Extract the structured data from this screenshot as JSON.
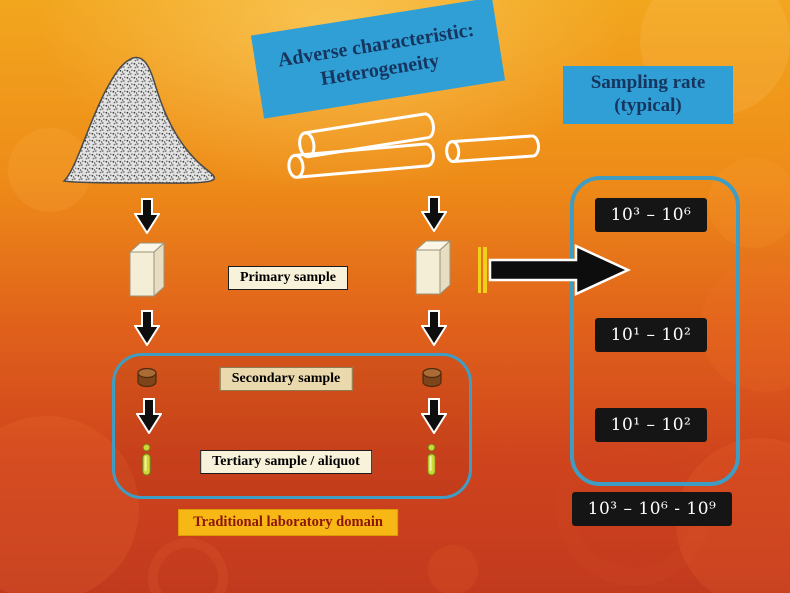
{
  "banner": {
    "line1": "Adverse characteristic:",
    "line2": "Heterogeneity"
  },
  "sampling_header": {
    "line1": "Sampling rate",
    "line2": "(typical)"
  },
  "labels": {
    "primary_sample": "Primary sample",
    "secondary_sample": "Secondary sample",
    "tertiary_sample": "Tertiary sample / aliquot",
    "lab_domain": "Traditional laboratory domain"
  },
  "rates": [
    {
      "stage": "primary",
      "value": "10³ – 10⁶"
    },
    {
      "stage": "secondary",
      "value": "10¹ – 10²"
    },
    {
      "stage": "tertiary",
      "value": "10¹ – 10²"
    }
  ],
  "total_rate": "10³ – 10⁶ - 10⁹",
  "icons": {
    "pile": "granular-material-pile",
    "cylinders": "core-sample-cylinders",
    "down_arrow": "black-down-arrow",
    "sample_box": "primary-sample-container",
    "secondary_container": "brown-cylinder-container",
    "aliquot_vial": "green-aliquot-vial",
    "transfer_arrow": "large-right-transfer-arrow"
  },
  "colors": {
    "background_top": "#f2a61e",
    "background_bottom": "#c23a1e",
    "banner_blue": "#2f9fd6",
    "banner_text": "#16355f",
    "outline_blue": "#3f9dc4",
    "rate_box_bg": "#151515",
    "rate_box_text": "#ffffff",
    "label_bg": "#f8f2da",
    "domain_label_bg": "#f7b714",
    "domain_label_text": "#8c1606"
  }
}
